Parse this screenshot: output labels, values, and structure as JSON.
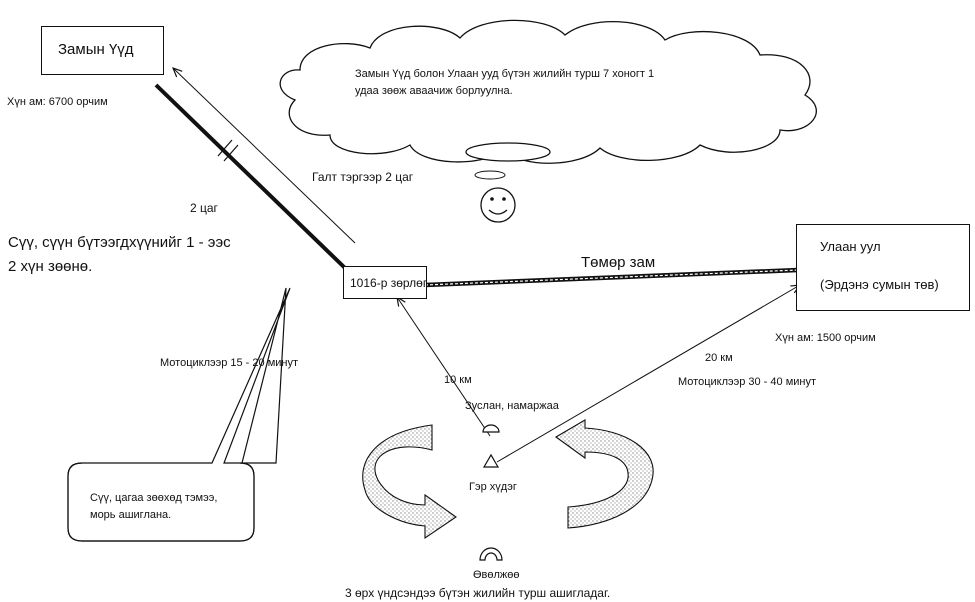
{
  "nodes": {
    "zamyn_uud": {
      "label": "Замын Үүд",
      "population": "Хүн ам:  6700 орчим"
    },
    "station": {
      "label": "1016-р зөрлөг"
    },
    "ulaan_uul": {
      "label": "Улаан уул",
      "sublabel": "(Эрдэнэ сумын төв)",
      "population": "Хүн ам:  1500 орчим"
    }
  },
  "cloud": {
    "text_line1": "Замын Үүд болон Улаан ууд бүтэн жилийн турш 7 хоногт 1",
    "text_line2": "удаа зөөж аваачиж борлуулна."
  },
  "edges": {
    "train_time": "Галт тэргээр 2 цаг",
    "duration": "2 цаг",
    "railway": "Төмөр зам",
    "dist_10": "10 км",
    "dist_20": "20 км",
    "moto_30_40": "Мотоциклээр 30 - 40 минут",
    "moto_15_20": "Мотоциклээр 15 - 20 минут"
  },
  "notes": {
    "milk_line1": "Сүү, сүүн бүтээгдхүүнийг 1 - ээс",
    "milk_line2": "2 хүн зөөнө.",
    "callout_line1": "Сүү, цагаа зөөхөд тэмээ,",
    "callout_line2": "морь ашиглана."
  },
  "cycle": {
    "summer": "Зуслан, намаржаа",
    "herder": "Гэр хүдэг",
    "winter": "Өвөлжөө",
    "caption": "3  өрх үндсэндээ бүтэн жилийн турш ашигладаг."
  }
}
